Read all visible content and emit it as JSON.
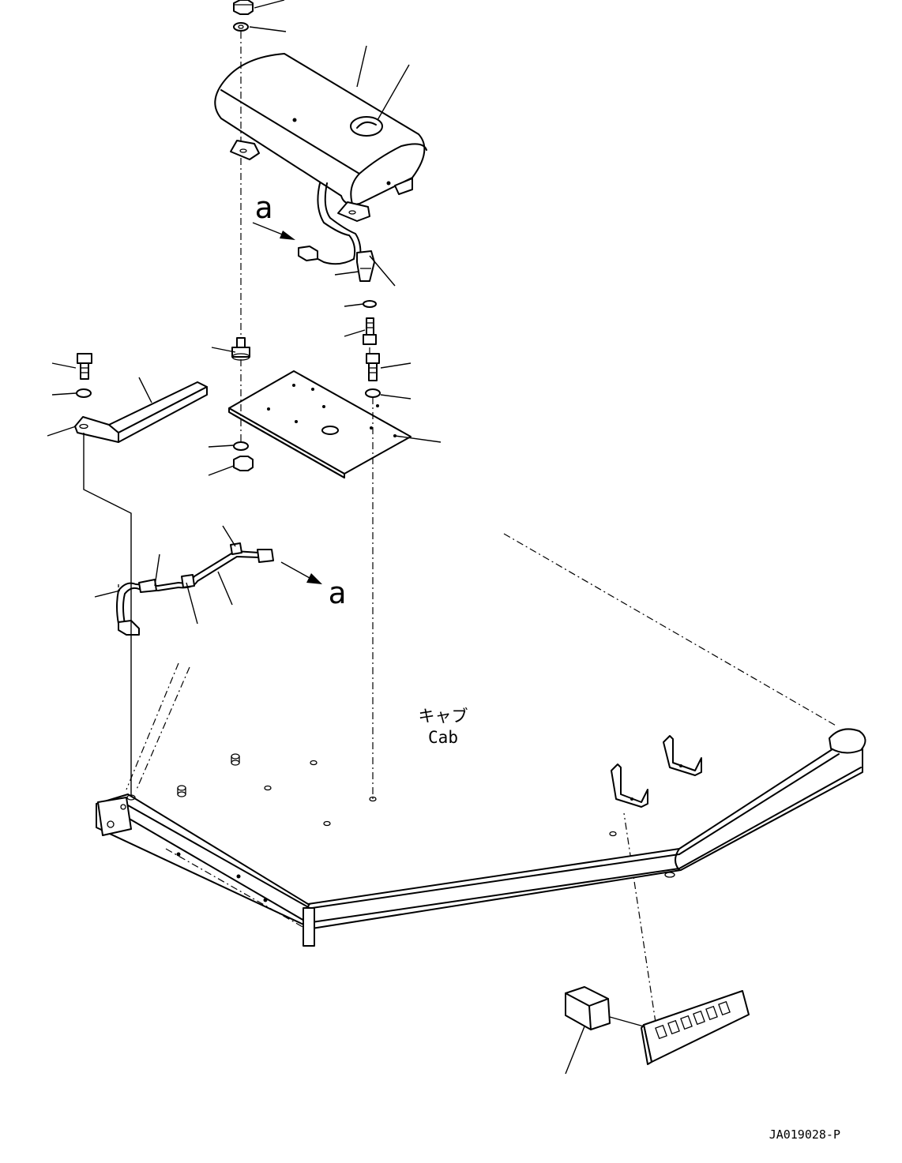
{
  "labels": {
    "view_ref_top": "a",
    "view_ref_bottom": "a",
    "cab_jp": "キャブ",
    "cab_en": "Cab",
    "drawing_code": "JA019028-P"
  }
}
